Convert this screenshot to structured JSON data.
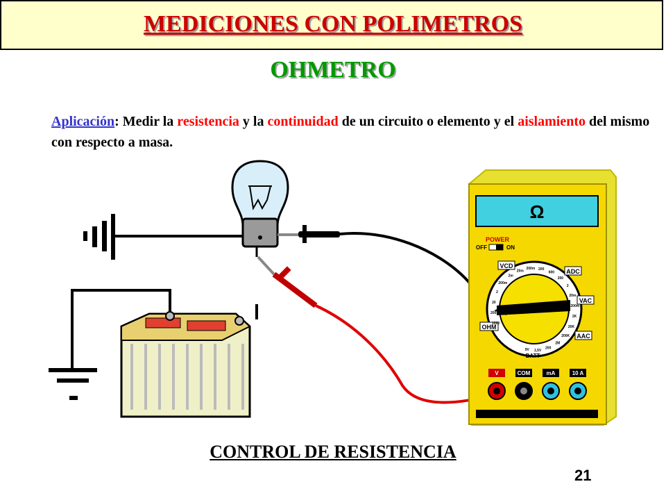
{
  "header": {
    "title": "MEDICIONES CON POLIMETROS"
  },
  "subtitle": "OHMETRO",
  "paragraph": {
    "label": "Aplicación",
    "sep": ": Medir la ",
    "w_resistencia": "resistencia",
    "t1": " y la ",
    "w_continuidad": "continuidad",
    "t2": " de un circuito o elemento y el ",
    "w_aislamiento": "aislamiento",
    "t3": " del mismo con respecto a masa."
  },
  "multimeter": {
    "display": "Ω",
    "power_label": "POWER",
    "off_label": "OFF",
    "on_label": "ON",
    "sections": {
      "vcd": "VCD",
      "adc": "ADC",
      "vac": "VAC",
      "ohm": "OHM",
      "aac": "AAC",
      "batt": "BATT"
    },
    "dial_ticks": [
      "1000",
      "200",
      "20",
      "2",
      "200m",
      "2m",
      "20m",
      "200m",
      "200",
      "600",
      "200",
      "2",
      "20m",
      "200m",
      "2K",
      "20K",
      "200K",
      "2M",
      "200",
      "1,5V",
      "9V"
    ],
    "ports": [
      "V",
      "COM",
      "mA",
      "10 A"
    ]
  },
  "caption": "CONTROL DE RESISTENCIA",
  "page_number": "21",
  "colors": {
    "title": "#cc0000",
    "subtitle": "#009900",
    "meter_body": "#e8e030",
    "meter_face": "#f5d800",
    "display": "#40d0e0",
    "probe_red": "#e00000",
    "probe_black": "#000000"
  }
}
